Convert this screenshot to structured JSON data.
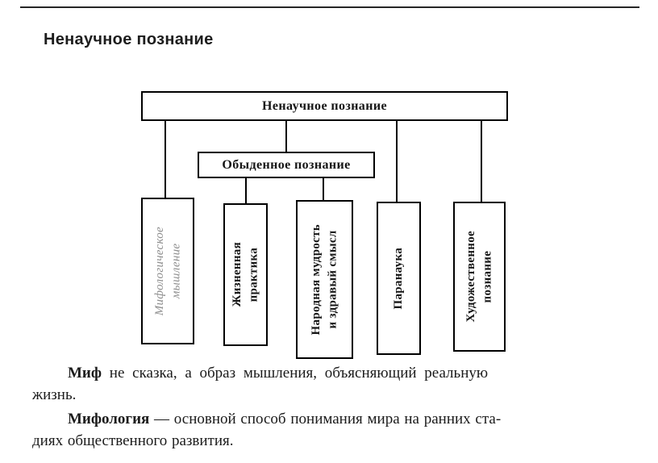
{
  "page": {
    "heading": "Ненаучное познание"
  },
  "diagram": {
    "root": "Ненаучное познание",
    "mid": "Обыденное познание",
    "leaves": [
      {
        "label": "Мифологическое\nмышление"
      },
      {
        "label": "Жизненная\nпрактика"
      },
      {
        "label": "Народная мудрость\nи здравый смысл"
      },
      {
        "label": "Паранаука"
      },
      {
        "label": "Художественное\nпознание"
      }
    ]
  },
  "paragraphs": [
    {
      "lead": "Миф",
      "rest": " не сказка, а образ мышления, объясняющий реальную\nжизнь."
    },
    {
      "lead": "Мифология",
      "rest": " — основной способ понимания мира на ранних ста-\nдиях общественного развития."
    }
  ]
}
